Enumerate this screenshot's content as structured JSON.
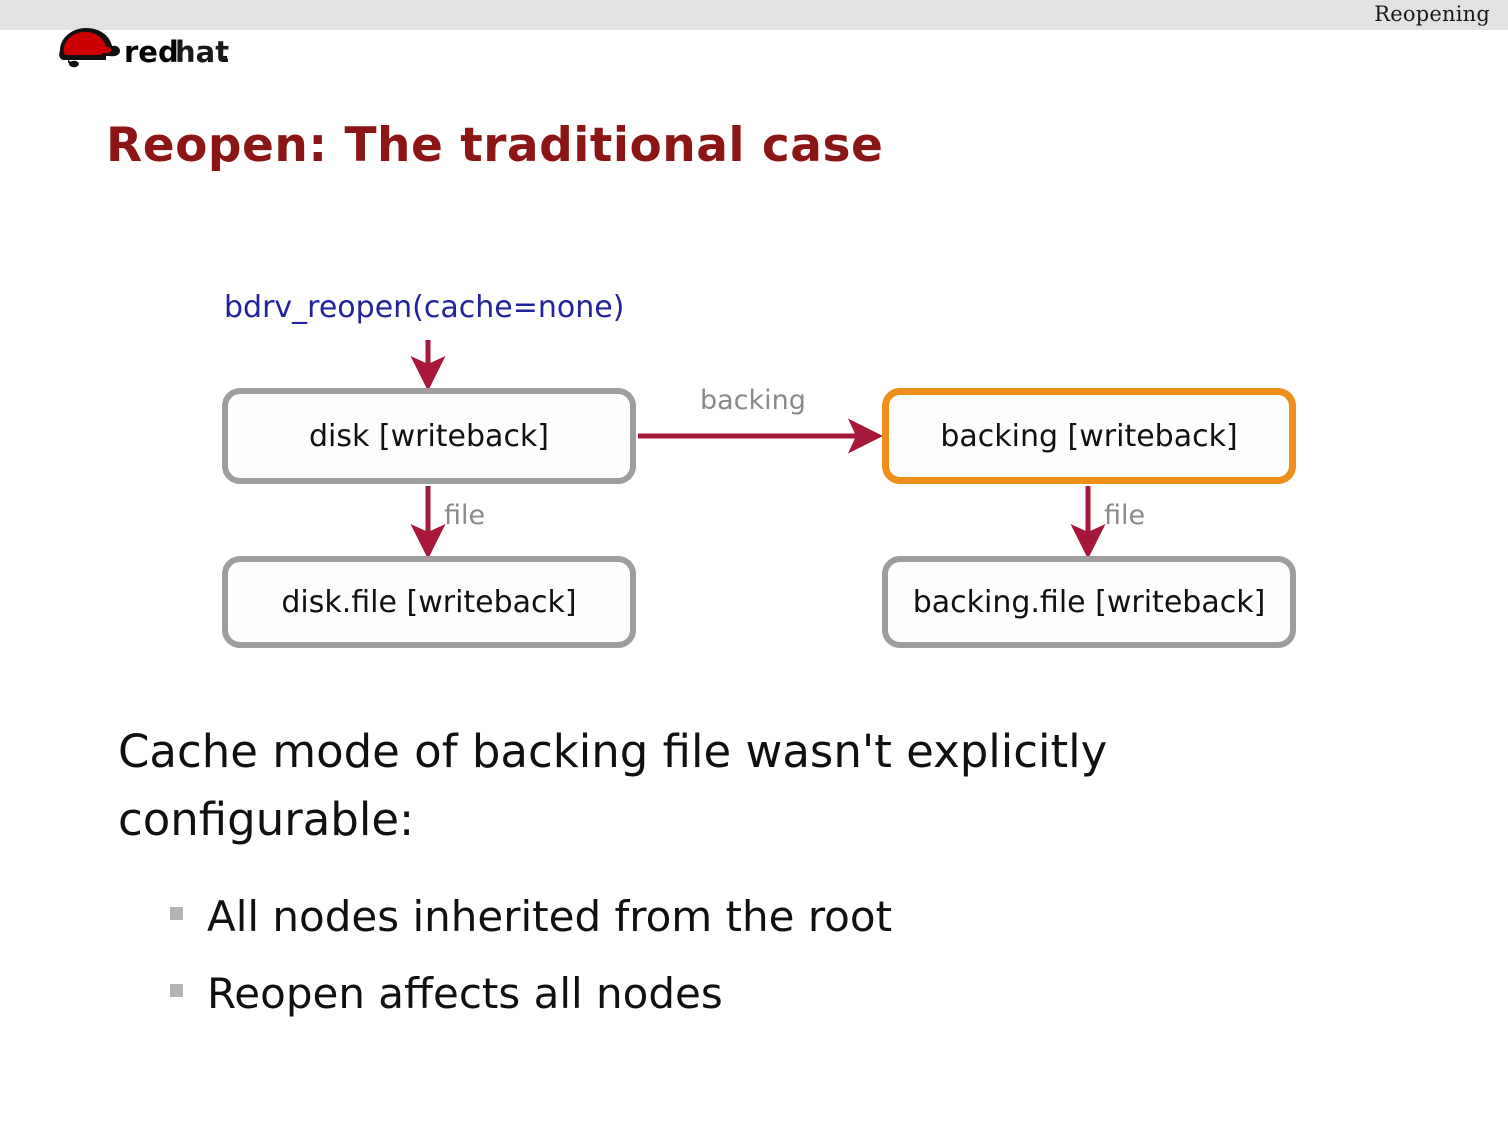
{
  "header": {
    "section_title": "Reopening",
    "logo_name": "redhat",
    "logo_word_bold": "red",
    "logo_word_light": "hat",
    "bar_color": "#e2e2e2"
  },
  "slide": {
    "title": "Reopen: The traditional case",
    "title_color": "#8c1515"
  },
  "diagram": {
    "call_label": "bdrv_reopen(cache=none)",
    "call_label_color": "#23239c",
    "arrow_color": "#a7173a",
    "node_border_color": "#9e9e9e",
    "highlight_color": "#ef8e1b",
    "edge_label_color": "#8a8a8a",
    "nodes": [
      {
        "id": "disk",
        "label": "disk [writeback]",
        "highlighted": false
      },
      {
        "id": "backing",
        "label": "backing [writeback]",
        "highlighted": true
      },
      {
        "id": "disk_file",
        "label": "disk.file [writeback]",
        "highlighted": false
      },
      {
        "id": "backing_file",
        "label": "backing.file [writeback]",
        "highlighted": false
      }
    ],
    "edges": [
      {
        "from": "disk",
        "to": "backing",
        "label": "backing"
      },
      {
        "from": "disk",
        "to": "disk_file",
        "label": "file"
      },
      {
        "from": "backing",
        "to": "backing_file",
        "label": "file"
      },
      {
        "from": "call",
        "to": "disk",
        "label": ""
      }
    ],
    "edge_labels": {
      "backing": "backing",
      "file_left": "file",
      "file_right": "file"
    }
  },
  "body": {
    "paragraph": "Cache mode of backing file wasn't explicitly configurable:",
    "bullets": [
      "All nodes inherited from the root",
      "Reopen affects all nodes"
    ],
    "bullet_color": "#b3b3b3"
  }
}
